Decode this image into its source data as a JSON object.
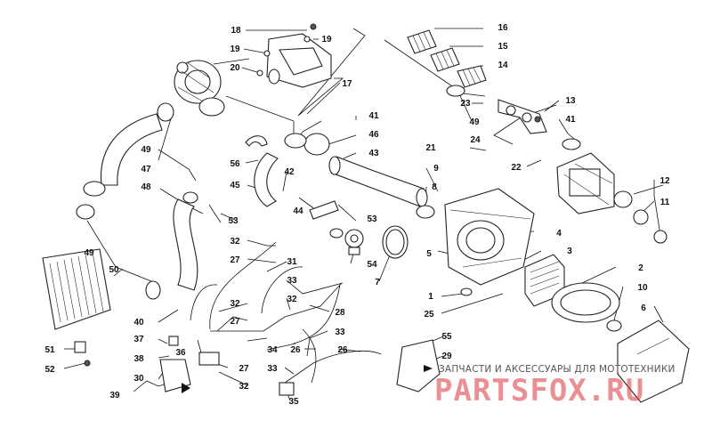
{
  "callouts": [
    {
      "id": "c1",
      "label": "1"
    },
    {
      "id": "c2",
      "label": "2"
    },
    {
      "id": "c3",
      "label": "3"
    },
    {
      "id": "c4",
      "label": "4"
    },
    {
      "id": "c5",
      "label": "5"
    },
    {
      "id": "c6",
      "label": "6"
    },
    {
      "id": "c7",
      "label": "7"
    },
    {
      "id": "c8",
      "label": "8"
    },
    {
      "id": "c9",
      "label": "9"
    },
    {
      "id": "c10",
      "label": "10"
    },
    {
      "id": "c11",
      "label": "11"
    },
    {
      "id": "c12",
      "label": "12"
    },
    {
      "id": "c13",
      "label": "13"
    },
    {
      "id": "c14",
      "label": "14"
    },
    {
      "id": "c15",
      "label": "15"
    },
    {
      "id": "c16",
      "label": "16"
    },
    {
      "id": "c17",
      "label": "17"
    },
    {
      "id": "c18",
      "label": "18"
    },
    {
      "id": "c19a",
      "label": "19"
    },
    {
      "id": "c19b",
      "label": "19"
    },
    {
      "id": "c20",
      "label": "20"
    },
    {
      "id": "c21",
      "label": "21"
    },
    {
      "id": "c22",
      "label": "22"
    },
    {
      "id": "c23",
      "label": "23"
    },
    {
      "id": "c24",
      "label": "24"
    },
    {
      "id": "c25",
      "label": "25"
    },
    {
      "id": "c26a",
      "label": "26"
    },
    {
      "id": "c26b",
      "label": "26"
    },
    {
      "id": "c27a",
      "label": "27"
    },
    {
      "id": "c27b",
      "label": "27"
    },
    {
      "id": "c27c",
      "label": "27"
    },
    {
      "id": "c28",
      "label": "28"
    },
    {
      "id": "c29",
      "label": "29"
    },
    {
      "id": "c30",
      "label": "30"
    },
    {
      "id": "c31",
      "label": "31"
    },
    {
      "id": "c32a",
      "label": "32"
    },
    {
      "id": "c32b",
      "label": "32"
    },
    {
      "id": "c32c",
      "label": "32"
    },
    {
      "id": "c32d",
      "label": "32"
    },
    {
      "id": "c33a",
      "label": "33"
    },
    {
      "id": "c33b",
      "label": "33"
    },
    {
      "id": "c33c",
      "label": "33"
    },
    {
      "id": "c34",
      "label": "34"
    },
    {
      "id": "c35",
      "label": "35"
    },
    {
      "id": "c36",
      "label": "36"
    },
    {
      "id": "c37",
      "label": "37"
    },
    {
      "id": "c38",
      "label": "38"
    },
    {
      "id": "c39",
      "label": "39"
    },
    {
      "id": "c40",
      "label": "40"
    },
    {
      "id": "c41a",
      "label": "41"
    },
    {
      "id": "c41b",
      "label": "41"
    },
    {
      "id": "c42",
      "label": "42"
    },
    {
      "id": "c43",
      "label": "43"
    },
    {
      "id": "c44",
      "label": "44"
    },
    {
      "id": "c45",
      "label": "45"
    },
    {
      "id": "c46",
      "label": "46"
    },
    {
      "id": "c47",
      "label": "47"
    },
    {
      "id": "c48",
      "label": "48"
    },
    {
      "id": "c49a",
      "label": "49"
    },
    {
      "id": "c49b",
      "label": "49"
    },
    {
      "id": "c49c",
      "label": "49"
    },
    {
      "id": "c50",
      "label": "50"
    },
    {
      "id": "c51",
      "label": "51"
    },
    {
      "id": "c52",
      "label": "52"
    },
    {
      "id": "c53a",
      "label": "53"
    },
    {
      "id": "c53b",
      "label": "53"
    },
    {
      "id": "c54",
      "label": "54"
    },
    {
      "id": "c55",
      "label": "55"
    },
    {
      "id": "c56",
      "label": "56"
    }
  ],
  "watermark": {
    "tagline": "ЗАПЧАСТИ И АКСЕССУАРЫ ДЛЯ МОТОТЕХНИКИ",
    "logo": "PARTSFOX.RU"
  },
  "colors": {
    "line": "#111111",
    "logo": "#d9363e",
    "background": "#ffffff"
  }
}
